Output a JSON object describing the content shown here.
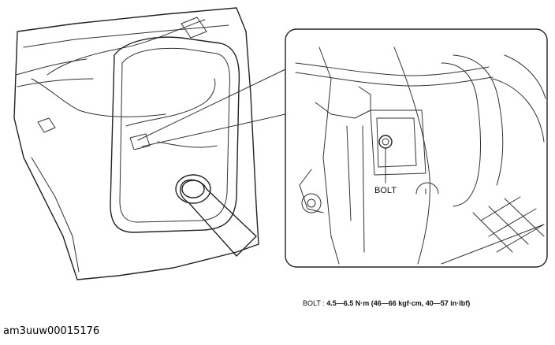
{
  "callout": {
    "label": "BOLT"
  },
  "torque": {
    "label": "BOLT :",
    "value": "4.5—6.5 N·m (46—66 kgf·cm, 40—57 in·lbf)"
  },
  "figure_id": "am3uuw00015176"
}
